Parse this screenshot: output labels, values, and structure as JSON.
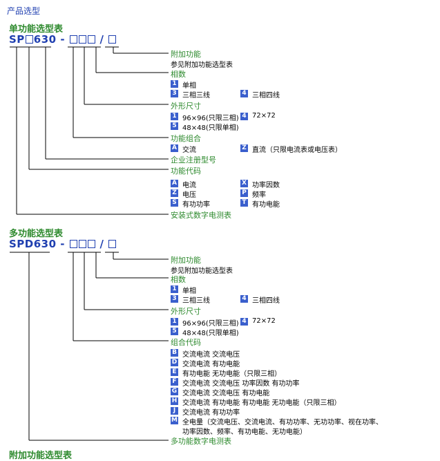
{
  "breadcrumb": "产品选型",
  "single": {
    "title": "单功能选型表",
    "code_prefix": "SP",
    "code_mid": "630 - ",
    "code_slash": "/",
    "addon_title": "附加功能",
    "addon_desc": "参见附加功能选型表",
    "phase_title": "相数",
    "phase_opts": [
      {
        "code": "1",
        "label": "单相"
      },
      {
        "code": "3",
        "label": "三相三线"
      },
      {
        "code": "4",
        "label": "三相四线"
      }
    ],
    "size_title": "外形尺寸",
    "size_opts": [
      {
        "code": "1",
        "label": "96×96(只限三相)"
      },
      {
        "code": "4",
        "label": "72×72"
      },
      {
        "code": "5",
        "label": "48×48(只限单相)"
      }
    ],
    "combo_title": "功能组合",
    "combo_opts": [
      {
        "code": "A",
        "label": "交流"
      },
      {
        "code": "Z",
        "label": "直流（只限电流表或电压表）"
      }
    ],
    "reg_title": "企业注册型号",
    "func_title": "功能代码",
    "func_opts": [
      {
        "code": "A",
        "label": "电流"
      },
      {
        "code": "X",
        "label": "功率因数"
      },
      {
        "code": "Z",
        "label": "电压"
      },
      {
        "code": "P",
        "label": "频率"
      },
      {
        "code": "S",
        "label": "有功功率"
      },
      {
        "code": "T",
        "label": "有功电能"
      }
    ],
    "meter_title": "安装式数字电测表"
  },
  "multi": {
    "title": "多功能选型表",
    "code_prefix": "SPD630 - ",
    "code_slash": "/",
    "addon_title": "附加功能",
    "addon_desc": "参见附加功能选型表",
    "phase_title": "相数",
    "phase_opts": [
      {
        "code": "1",
        "label": "单相"
      },
      {
        "code": "3",
        "label": "三相三线"
      },
      {
        "code": "4",
        "label": "三相四线"
      }
    ],
    "size_title": "外形尺寸",
    "size_opts": [
      {
        "code": "1",
        "label": "96×96(只限三相)"
      },
      {
        "code": "4",
        "label": "72×72"
      },
      {
        "code": "5",
        "label": "48×48(只限单相)"
      }
    ],
    "combo_title": "组合代码",
    "combo_opts": [
      {
        "code": "B",
        "label": "交流电流  交流电压"
      },
      {
        "code": "D",
        "label": "交流电流  有功电能"
      },
      {
        "code": "E",
        "label": "有功电能  无功电能（只限三相）"
      },
      {
        "code": "F",
        "label": "交流电流  交流电压  功率因数  有功功率"
      },
      {
        "code": "G",
        "label": "交流电流  交流电压  有功电能"
      },
      {
        "code": "H",
        "label": "交流电流  有功电能  有功电能  无功电能（只限三相）"
      },
      {
        "code": "J",
        "label": "交流电流  有功功率"
      },
      {
        "code": "M",
        "label": "全电量（交流电压、交流电流、有功功率、无功功率、视在功率、"
      }
    ],
    "combo_m_cont": "功率因数、频率、有功电能、无功电能）",
    "meter_title": "多功能数字电测表"
  },
  "addon_section_title": "附加功能选型表",
  "colors": {
    "link_blue": "#1f3fb0",
    "heading_green": "#2e8a2e",
    "badge_blue": "#3a5fcd"
  }
}
